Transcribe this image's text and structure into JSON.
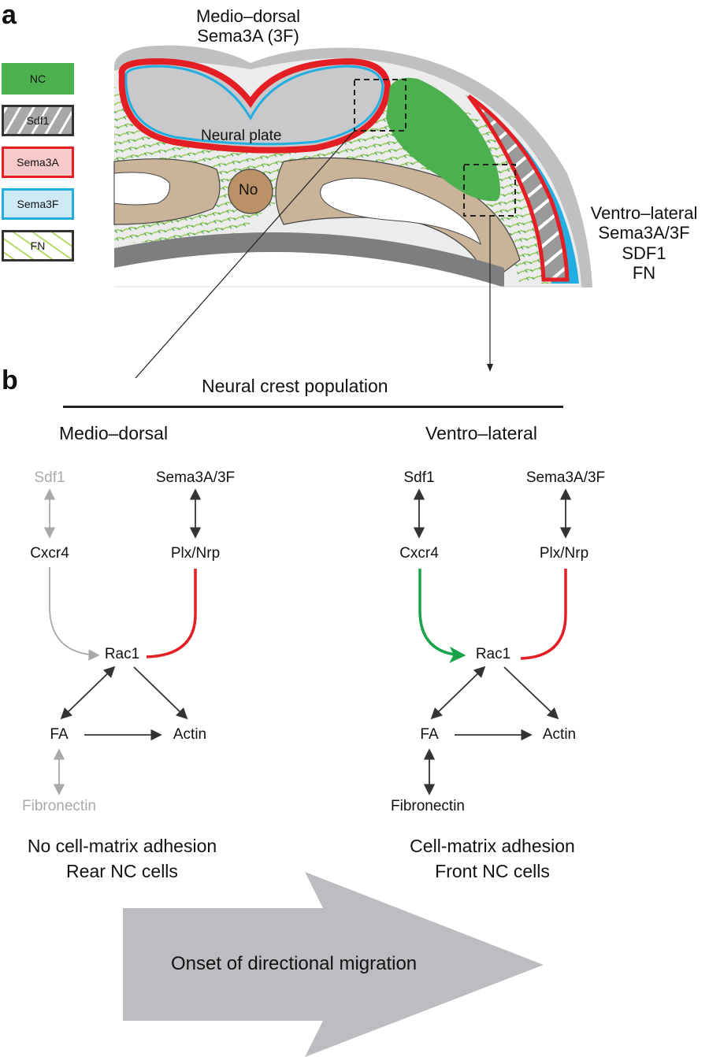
{
  "panel_a": {
    "letter": "a",
    "top_label": [
      "Medio–dorsal",
      "Sema3A (3F)"
    ],
    "neural_plate_label": "Neural plate",
    "notochord_label": "No",
    "right_label": [
      "Ventro–lateral",
      "Sema3A/3F",
      "SDF1",
      "FN"
    ],
    "legend": [
      {
        "label": "NC",
        "color": "#4cb04f"
      },
      {
        "label": "Sdf1",
        "color": "#a8a8a8"
      },
      {
        "label": "Sema3A",
        "color": "#e31e24"
      },
      {
        "label": "Sema3F",
        "color": "#22aee0"
      },
      {
        "label": "FN",
        "color": "#8dc63f"
      }
    ]
  },
  "panel_b": {
    "letter": "b",
    "title": "Neural crest population",
    "left": {
      "heading": "Medio–dorsal",
      "nodes": {
        "sdf1": "Sdf1",
        "sema": "Sema3A/3F",
        "cxcr4": "Cxcr4",
        "plx": "Plx/Nrp",
        "rac1": "Rac1",
        "fa": "FA",
        "actin": "Actin",
        "fibronectin": "Fibronectin"
      },
      "caption": [
        "No cell-matrix adhesion",
        "Rear NC cells"
      ]
    },
    "right": {
      "heading": "Ventro–lateral",
      "nodes": {
        "sdf1": "Sdf1",
        "sema": "Sema3A/3F",
        "cxcr4": "Cxcr4",
        "plx": "Plx/Nrp",
        "rac1": "Rac1",
        "fa": "FA",
        "actin": "Actin",
        "fibronectin": "Fibronectin"
      },
      "caption": [
        "Cell-matrix adhesion",
        "Front NC cells"
      ]
    },
    "arrow_label": "Onset of directional migration",
    "colors": {
      "activation": "#1aa34a",
      "inhibition": "#e31e24",
      "inactive": "#a9a9a9",
      "active": "#333333"
    }
  }
}
